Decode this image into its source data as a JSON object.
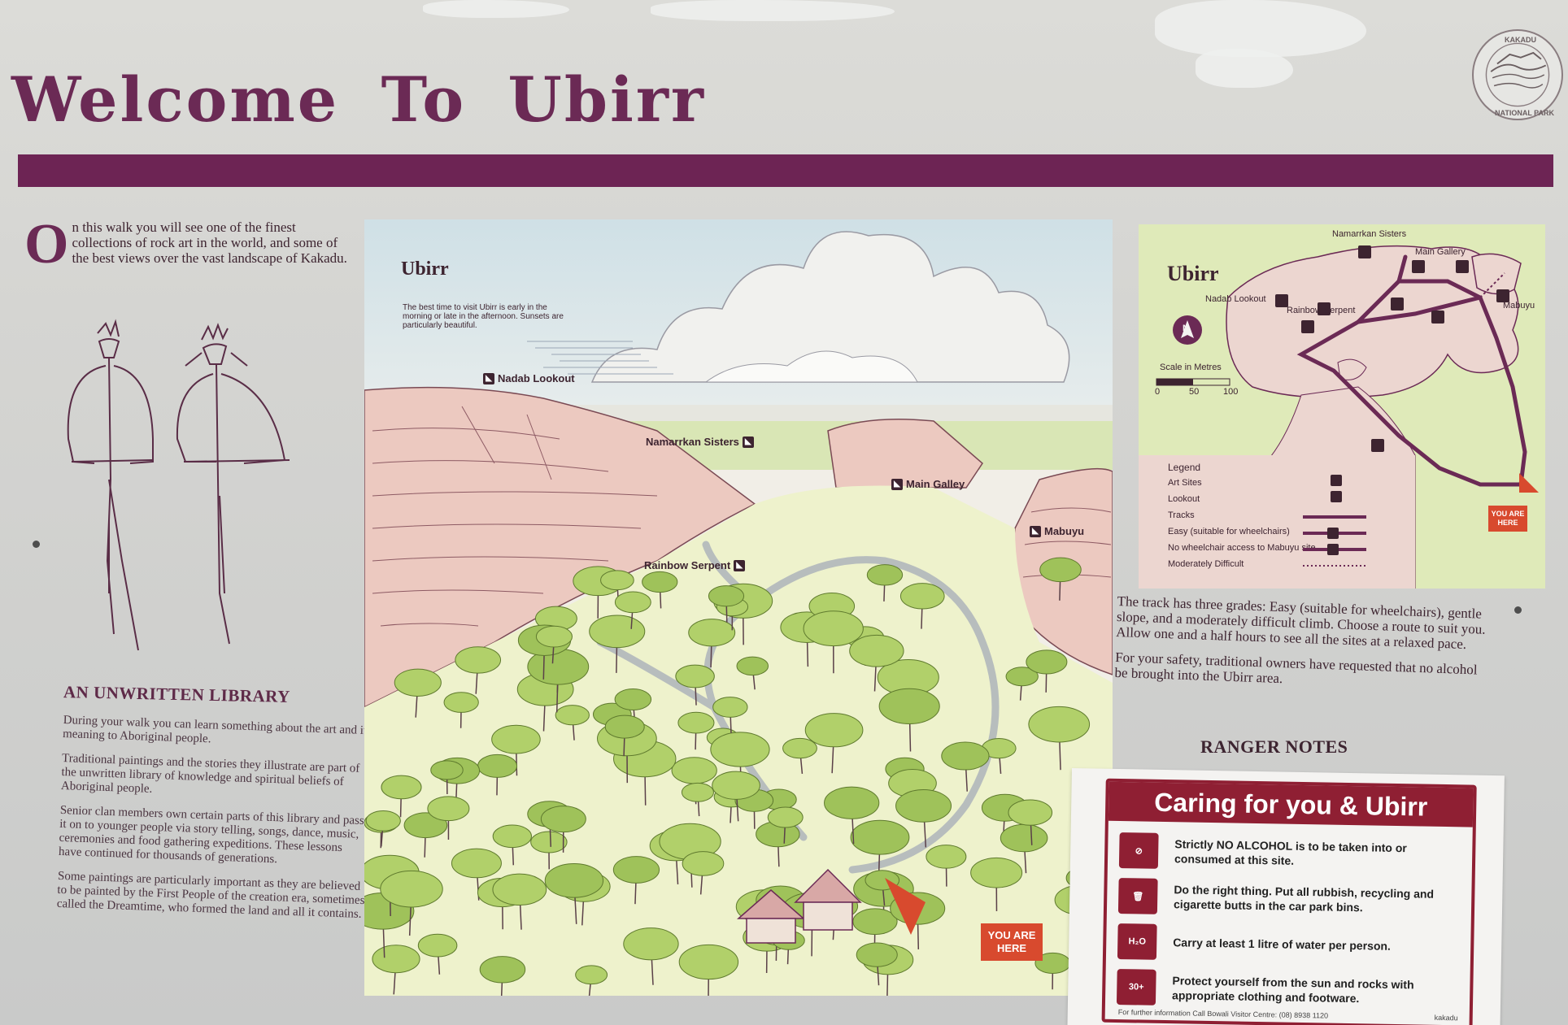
{
  "sign": {
    "title": "Welcome To Ubirr",
    "logo": {
      "top_text": "KAKADU",
      "bottom_text": "NATIONAL PARK"
    },
    "accent_color": "#6d2454"
  },
  "intro": {
    "drop_cap": "O",
    "text": "n this walk you will see one of the finest collections of rock art in the world, and some of the best views over the vast landscape of Kakadu."
  },
  "library": {
    "heading": "AN UNWRITTEN LIBRARY",
    "paragraphs": [
      "During your walk you can learn something about the art and its meaning to Aboriginal people.",
      "Traditional paintings and the stories they illustrate are part of the unwritten library of knowledge and spiritual beliefs of Aboriginal people.",
      "Senior clan members own certain parts of this library and pass it on to younger people via story telling, songs, dance, music, ceremonies and food gathering expeditions. These lessons have continued for thousands of generations.",
      "Some paintings are particularly important as they are believed to be painted by the First People of the creation era, sometimes called the Dreamtime, who formed the land and all it contains."
    ]
  },
  "scene": {
    "title": "Ubirr",
    "note": "The best time to visit Ubirr is early in the morning or late in the afternoon. Sunsets are particularly beautiful.",
    "labels": {
      "nadab": "Nadab Lookout",
      "namarrkan": "Namarrkan Sisters",
      "main_gallery": "Main Galley",
      "mabuyu": "Mabuyu",
      "rainbow": "Rainbow Serpent"
    },
    "you_are_here": "YOU ARE HERE"
  },
  "minimap": {
    "title": "Ubirr",
    "labels": {
      "namarrkan": "Namarrkan Sisters",
      "main_gallery": "Main Gallery",
      "nadab": "Nadab Lookout",
      "rainbow": "Rainbow Serpent",
      "mabuyu": "Mabuyu"
    },
    "north": "N",
    "scale": {
      "title": "Scale in Metres",
      "ticks": [
        "0",
        "50",
        "100"
      ]
    },
    "legend": {
      "heading": "Legend",
      "items": [
        "Art Sites",
        "Lookout",
        "Tracks",
        "Easy (suitable for wheelchairs)",
        "No wheelchair access to Mabuyu site",
        "Moderately Difficult"
      ]
    },
    "you_are_here": "YOU ARE HERE"
  },
  "tracks": {
    "paragraph1": "The track has three grades: Easy (suitable for wheelchairs), gentle slope, and a moderately difficult climb. Choose a route to suit you. Allow one and a half hours to see all the sites at a relaxed pace.",
    "paragraph2": "For your safety, traditional owners have requested that no alcohol be brought into the Ubirr area."
  },
  "ranger_notes": "RANGER NOTES",
  "caring": {
    "heading": "Caring for you & Ubirr",
    "rules": [
      {
        "icon": "no-alcohol-icon",
        "text": "Strictly NO ALCOHOL is to be taken into or consumed at this site."
      },
      {
        "icon": "rubbish-bin-icon",
        "text": "Do the right thing. Put all rubbish, recycling and cigarette butts in the car park bins."
      },
      {
        "icon": "water-icon",
        "text": "Carry at least 1 litre of water per person."
      },
      {
        "icon": "sun-protection-icon",
        "text": "Protect yourself from the sun and rocks with appropriate clothing and footware."
      }
    ],
    "footer": "For further information Call Bowali Visitor Centre: (08) 8938 1120",
    "footer_brand": "kakadu",
    "water_glyph": "H₂O",
    "sun_glyph": "30+",
    "accent_color": "#8f1f33"
  }
}
